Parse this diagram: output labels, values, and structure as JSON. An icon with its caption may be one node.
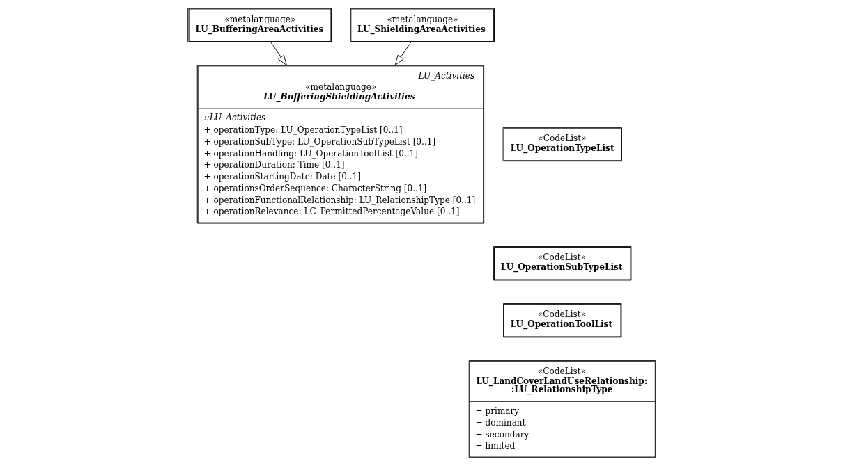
{
  "diagram": {
    "nodes": [
      {
        "text": [
          "LU_Activities",
          "«metalanguage»",
          "LU_BufferingShieldingActivities",
          "::LU_Activities",
          "+ operationType: LU_OperationTypeList [0..1]",
          "+ operationSubType: LU_OperationSubTypeList [0..1]",
          "+ operationHandling: LU_OperationToolList [0..1]",
          "+ operationDuration: Time [0..1]",
          "+ operationStartingDate: Date [0..1]",
          "+ operationsOrderSequence: CharacterString [0..1]",
          "+ operationFunctionalRelationship: LU_RelationshipType [0..1]",
          "+ operationRelevance: LC_PermittedPercentageValue [0..1]"
        ]
      },
      {
        "text": [
          "«CodeList»",
          "LU_OperationTypeList"
        ]
      },
      {
        "text": [
          "«CodeList»",
          "LU_OperationSubTypeList"
        ]
      },
      {
        "text": [
          "«CodeList»",
          "LU_OperationToolList"
        ]
      },
      {
        "text": [
          "«CodeList»",
          "LU_LandCoverLandUseRelationship: :LU_RelationshipType",
          "+ primary",
          "+ dominant",
          "+ secondary",
          "+ limited"
        ]
      },
      {
        "text": [
          "«metalanguage»",
          "LU_BufferingAreaActivities"
        ]
      },
      {
        "text": [
          "«metalanguage»",
          "LU_ShieldingAreaActivities"
        ]
      }
    ],
    "edges": [
      {
        "from": 5,
        "to": 0,
        "arrow": "to"
      },
      {
        "from": 6,
        "to": 0,
        "arrow": "to"
      }
    ]
  }
}
